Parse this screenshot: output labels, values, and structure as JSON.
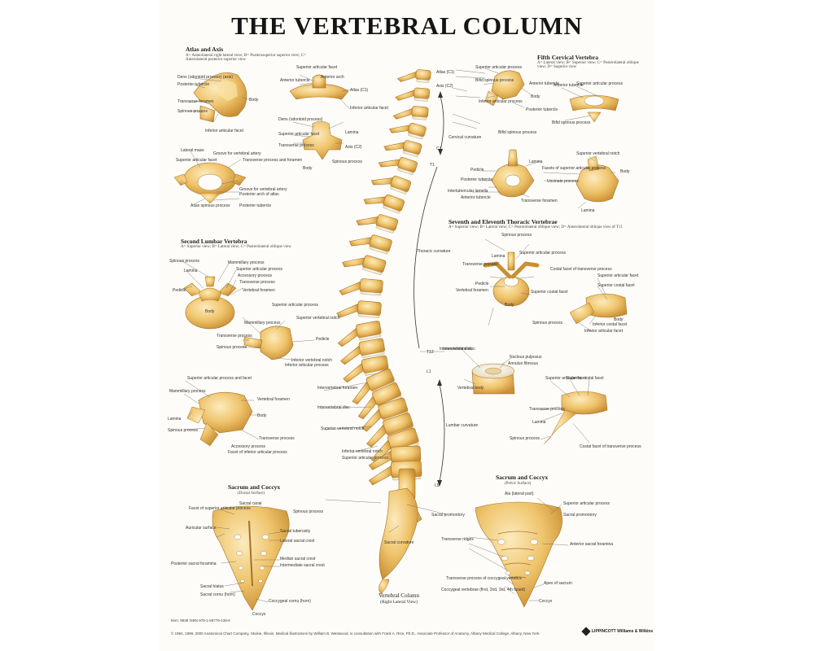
{
  "title": "THE VERTEBRAL COLUMN",
  "colors": {
    "bone": "#efc46c",
    "bone_dark": "#c98f33",
    "bone_light": "#fbe3a8",
    "disc": "#f7f0dd",
    "ink": "#151515"
  },
  "sections": {
    "atlas_axis": {
      "heading": "Atlas and Axis",
      "sub": "A= Anterolateral right lateral view; B= Posterosuperior superior view; C= Anterolateral posterior superior view"
    },
    "fifth_cervical": {
      "heading": "Fifth Cervical Vertebra",
      "sub": "A= Lateral view; B= Superior view; C= Posterolateral oblique view; D= Superior view"
    },
    "second_lumbar": {
      "heading": "Second Lumbar Vertebra",
      "sub": "A= Superior view; B= Lateral view; C= Posterolateral oblique view"
    },
    "thoracic": {
      "heading": "Seventh and Eleventh Thoracic Vertebrae",
      "sub": "A= Superior view; B= Lateral view; C= Posterolateral oblique view; D= Anterolateral oblique view of T11"
    },
    "sacrum_dorsal": {
      "heading": "Sacrum and Coccyx",
      "sub": "(Dorsal Surface)"
    },
    "sacrum_pelvic": {
      "heading": "Sacrum and Coccyx",
      "sub": "(Pelvic Surface)"
    }
  },
  "column_caption": {
    "title": "Vertebral Column",
    "sub": "(Right Lateral View)"
  },
  "labels": {
    "atlas_A": [
      "Dens (odontoid process) (axis)",
      "Posterior tubercle",
      "Transverse foramen",
      "Spinous process",
      "Inferior articular facet",
      "Body"
    ],
    "atlas_B": [
      "Superior articular facet",
      "Anterior tubercle",
      "Anterior arch",
      "Atlas (C1)",
      "Inferior articular facet"
    ],
    "atlas_C": [
      "Dens (odontoid process)",
      "Superior articular facet",
      "Transverse process",
      "Axis (C2)",
      "Body",
      "Spinous process",
      "Lamina"
    ],
    "atlas_D": [
      "Lateral mass",
      "Superior articular facet",
      "Groove for vertebral artery",
      "Transverse process and foramen",
      "Groove for vertebral artery",
      "Posterior arch of atlas",
      "Posterior tubercle",
      "Atlas spinous process"
    ],
    "fifth_A": [
      "Superior articular process",
      "Bifid spinous process",
      "Inferior articular process",
      "Body",
      "Anterior tubercle",
      "Posterior tubercle"
    ],
    "fifth_B": [
      "Anterior tubercle",
      "Superior articular process",
      "Bifid spinous process"
    ],
    "fifth_C": [
      "Bifid spinous process",
      "Pedicle",
      "Posterior tubercle",
      "Intertubercular lamella",
      "Anterior tubercle",
      "Lamina",
      "Transverse foramen"
    ],
    "fifth_D": [
      "Superior vertebral notch",
      "Facets of superior articular process",
      "Uncinate process",
      "Body",
      "Lamina"
    ],
    "lumbar_A": [
      "Spinous process",
      "Lamina",
      "Pedicle",
      "Mammillary process",
      "Superior articular process",
      "Accessory process",
      "Transverse process",
      "Vertebral foramen",
      "Body"
    ],
    "lumbar_B": [
      "Superior articular process",
      "Mammillary process",
      "Superior vertebral notch",
      "Transverse process",
      "Spinous process",
      "Pedicle",
      "Inferior vertebral notch",
      "Inferior articular process"
    ],
    "lumbar_C": [
      "Superior articular process and facet",
      "Mammillary process",
      "Vertebral foramen",
      "Body",
      "Lamina",
      "Spinous process",
      "Transverse process",
      "Accessory process",
      "Facet of inferior articular process"
    ],
    "column": [
      "Atlas (C1)",
      "Axis (C2)",
      "C7",
      "T1",
      "Cervical curvature",
      "Thoracic curvature",
      "T12",
      "L1",
      "Intervertebral foramen",
      "Intervertebral disc",
      "Lumbar curvature",
      "L5",
      "Superior vertebral notch",
      "Inferior vertebral notch",
      "Superior articular process",
      "Spinous process",
      "Sacral promontory",
      "Sacral curvature",
      "Intervertebral disc"
    ],
    "thoracic_A": [
      "Spinous process",
      "Lamina",
      "Superior articular process",
      "Transverse process",
      "Costal facet of transverse process",
      "Pedicle",
      "Superior costal facet",
      "Vertebral foramen",
      "Body"
    ],
    "thoracic_B": [
      "Superior articular facet",
      "Superior costal facet",
      "Inferior costal facet",
      "Body",
      "Spinous process",
      "Inferior articular facet"
    ],
    "thoracic_C": [
      "Intervertebral disc",
      "Nucleus pulposus",
      "Annulus fibrosus",
      "Vertebral body"
    ],
    "thoracic_D": [
      "Superior articular facet",
      "Superior costal facet",
      "Transverse process",
      "Lamina",
      "Spinous process",
      "Costal facet of transverse process"
    ],
    "sacrum_dorsal": [
      "Sacral canal",
      "Facet of superior articular process",
      "Auricular surface",
      "Sacral tuberosity",
      "Lateral sacral crest",
      "Median sacral crest",
      "Intermediate sacral crest",
      "Posterior sacral foramina",
      "Sacral hiatus",
      "Sacral cornu (horn)",
      "Coccygeal cornu (horn)",
      "Coccyx"
    ],
    "sacrum_pelvic": [
      "Ala (lateral part)",
      "Superior articular process",
      "Sacral promontory",
      "Anterior sacral foramina",
      "Transverse ridges",
      "Transverse process of coccygeal vertebra",
      "Coccygeal vertebrae (first, 2nd, 3rd, 4th fused)",
      "Apex of sacrum",
      "Coccyx"
    ]
  },
  "footer": {
    "credit": "© 1994, 1999, 2000 Anatomical Chart Company, Skokie, Illinois. Medical illustrations by William B. Westwood, in consultation with Frank A. Rice, Ph.D., Associate Professor of Anatomy, Albany Medical College, Albany, New York.",
    "item": "Item: 9838 ISBN 978-1-58779-138-6",
    "brand": "LIPPINCOTT Williams & Wilkins"
  }
}
